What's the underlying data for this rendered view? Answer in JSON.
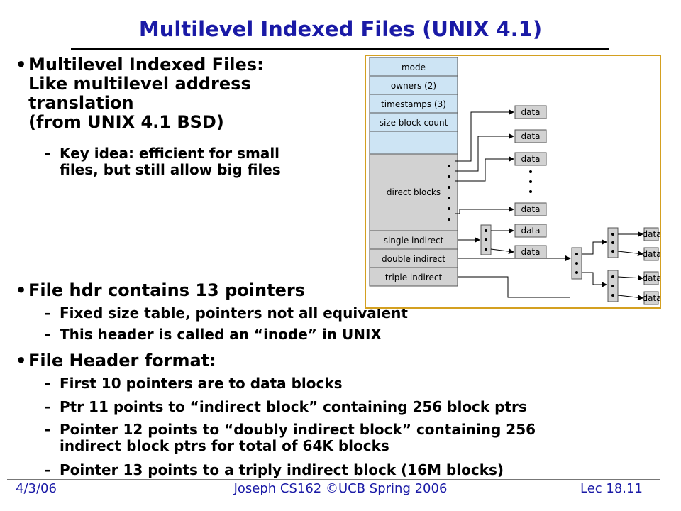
{
  "title": "Multilevel Indexed Files (UNIX 4.1)",
  "bullets": {
    "b1_lines": [
      "Multilevel Indexed Files:",
      "Like multilevel address",
      "translation",
      "(from UNIX 4.1 BSD)"
    ],
    "b1_sub": [
      "Key idea: efficient for small",
      "files, but still allow big files"
    ],
    "b2": "File hdr contains 13 pointers",
    "b2_subs": [
      "Fixed size table, pointers not all equivalent",
      "This header is called an “inode” in UNIX"
    ],
    "b3": "File Header format:",
    "b3_subs": [
      [
        "First 10 pointers are to data blocks"
      ],
      [
        "Ptr 11 points to “indirect block” containing 256 block ptrs"
      ],
      [
        "Pointer 12 points to “doubly indirect block” containing 256",
        "indirect block ptrs for total of 64K blocks"
      ],
      [
        "Pointer 13 points to a triply indirect block (16M blocks)"
      ]
    ],
    "bullet_char": "•",
    "dash_char": "–"
  },
  "diagram": {
    "inode_fields": [
      "mode",
      "owners (2)",
      "timestamps (3)",
      "size block count",
      "direct blocks",
      "single indirect",
      "double indirect",
      "triple indirect"
    ],
    "data_label": "data",
    "colors": {
      "light_blue": "#cde4f4",
      "gray": "#d2d2d2",
      "border": "#d4a020"
    }
  },
  "footer": {
    "date": "4/3/06",
    "course": "Joseph CS162 ©UCB Spring 2006",
    "lecture": "Lec 18.11"
  }
}
